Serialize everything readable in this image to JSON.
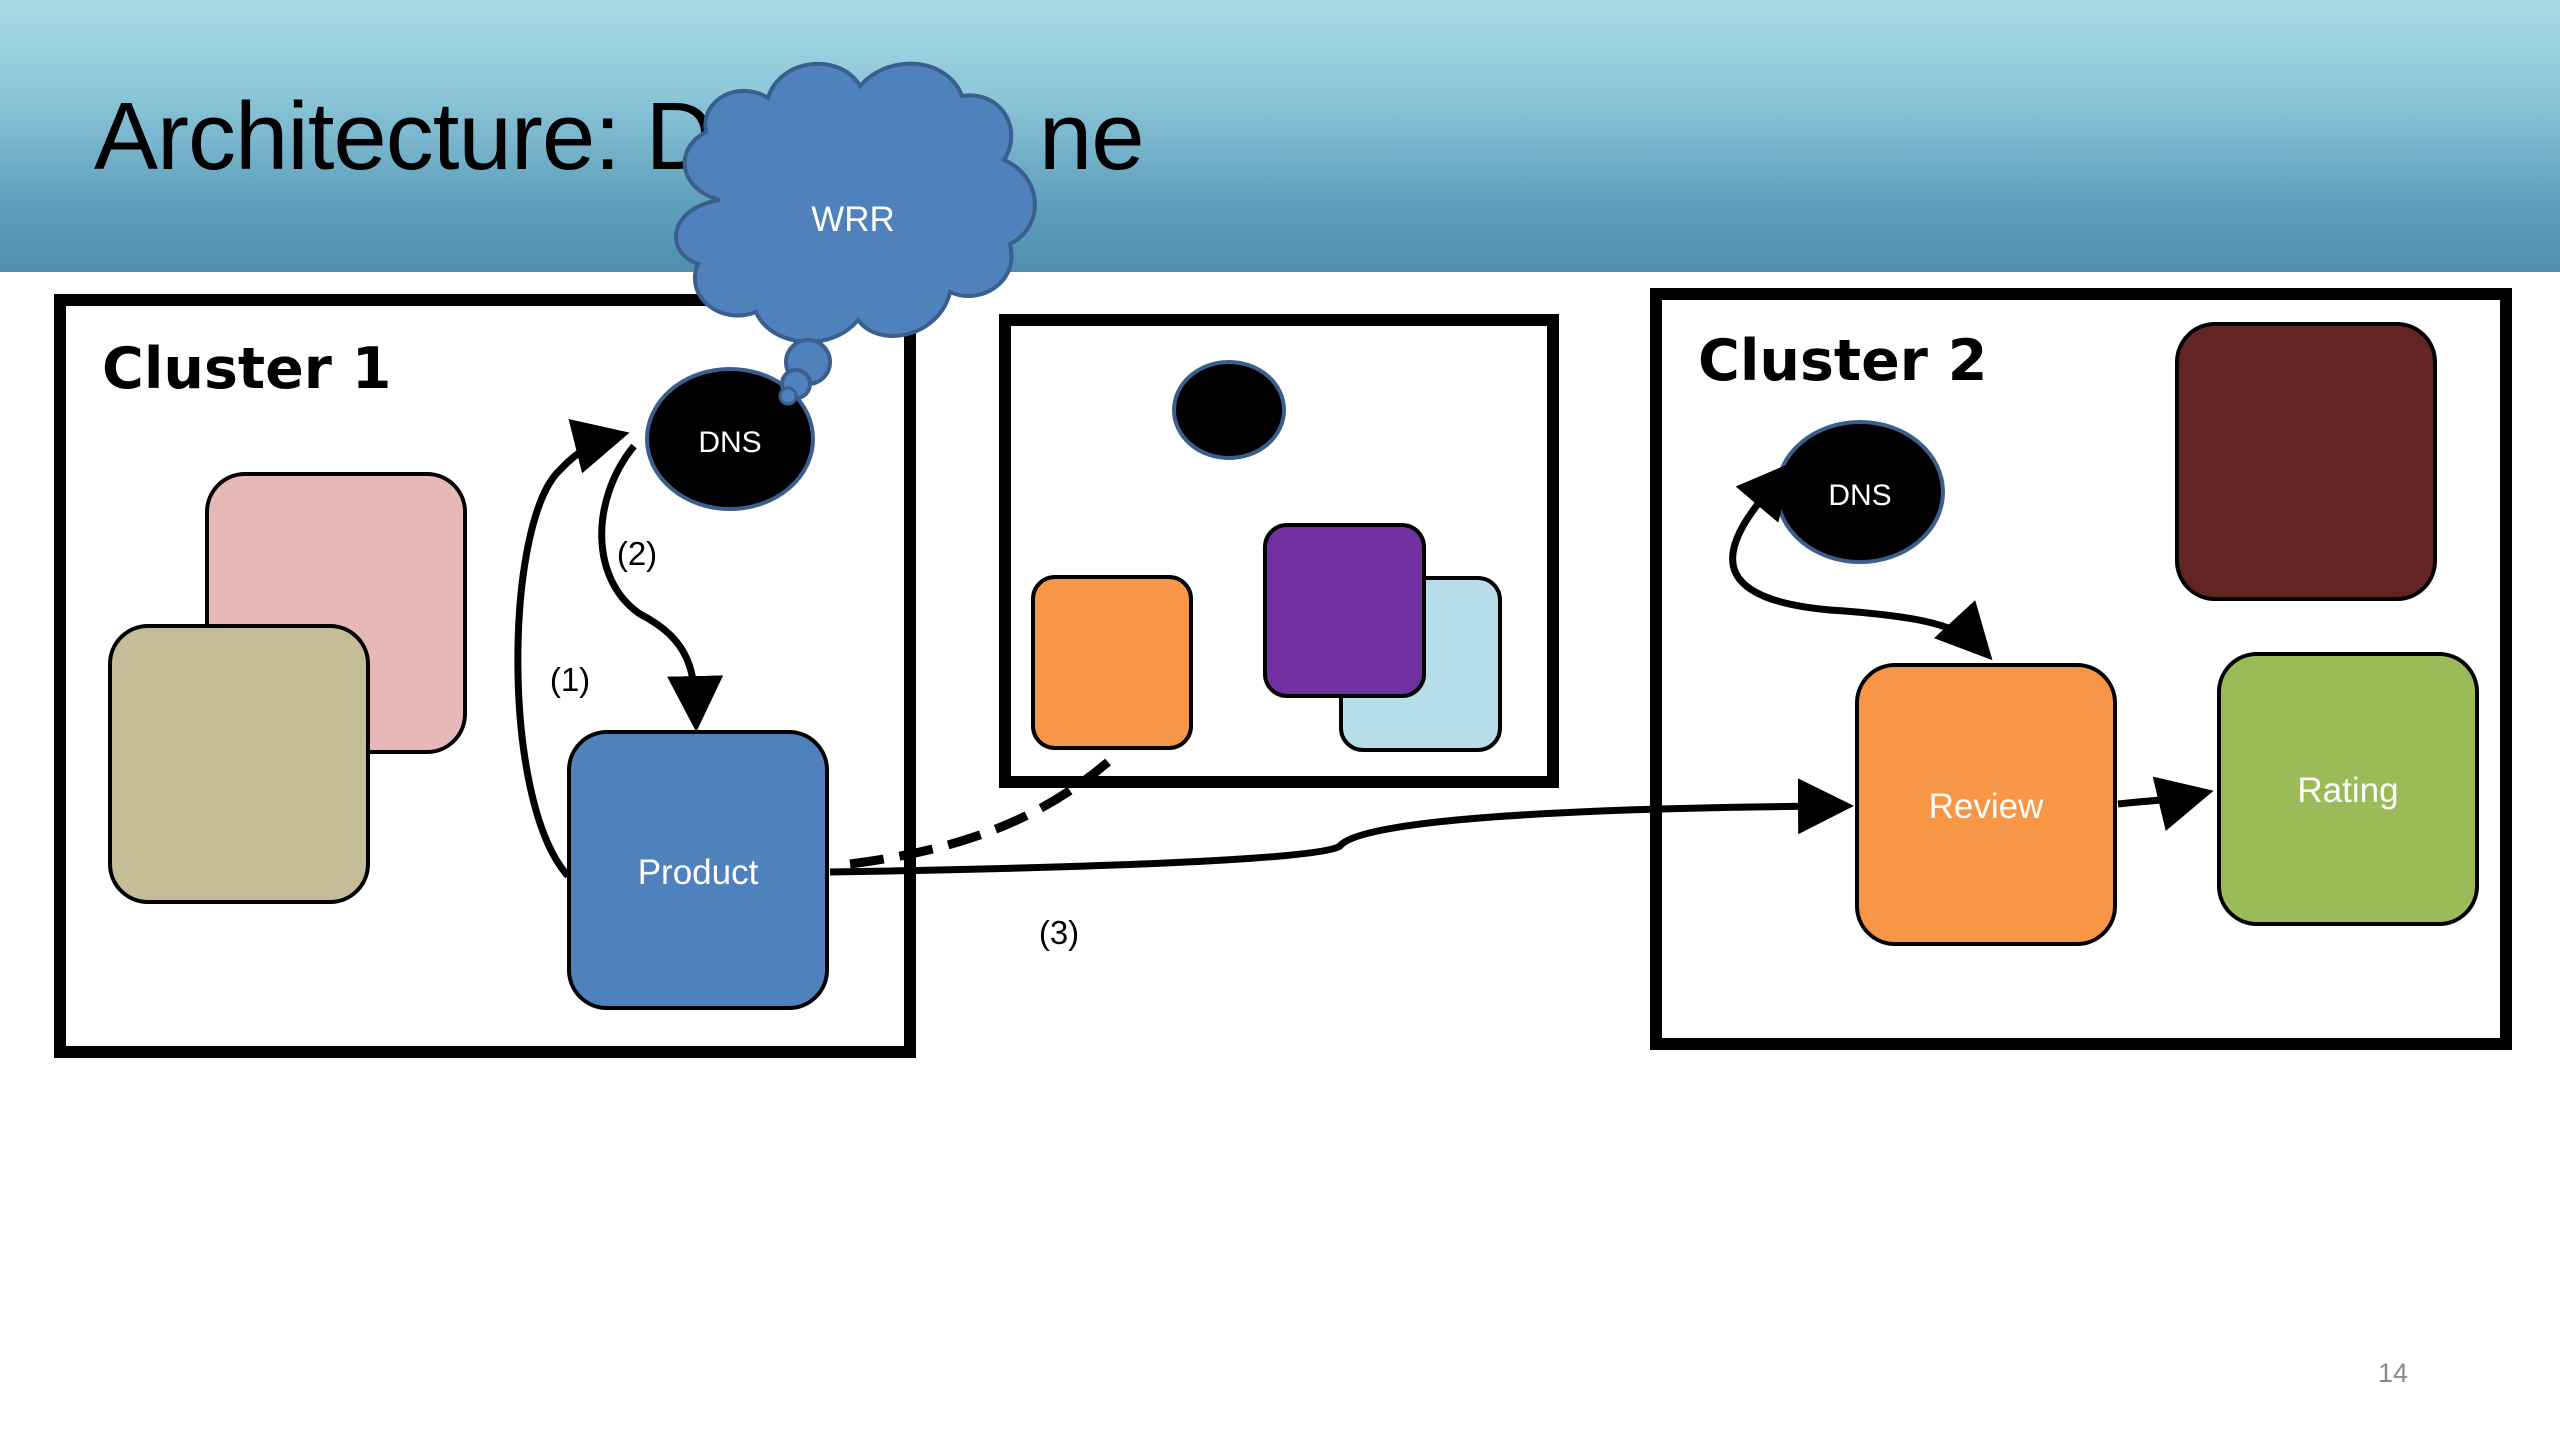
{
  "slide": {
    "title": "Architecture: D",
    "title_tail": "ne",
    "page_number": "14"
  },
  "cloud": {
    "label": "WRR",
    "fill": "#4f81bd"
  },
  "clusters": [
    {
      "label": "Cluster  1"
    },
    {
      "label": "Cluster  2"
    }
  ],
  "nodes": {
    "dns1": "DNS",
    "dns2": "DNS",
    "product": "Product",
    "review": "Review",
    "rating": "Rating"
  },
  "steps": [
    "(1)",
    "(2)",
    "(3)"
  ],
  "colors": {
    "pink": "#e6b9b8",
    "khaki": "#c4bd97",
    "blue": "#4f81bd",
    "orange": "#f79646",
    "purple": "#7030a0",
    "light_blue": "#b7dee8",
    "maroon": "#632523",
    "green": "#9bbb59"
  }
}
